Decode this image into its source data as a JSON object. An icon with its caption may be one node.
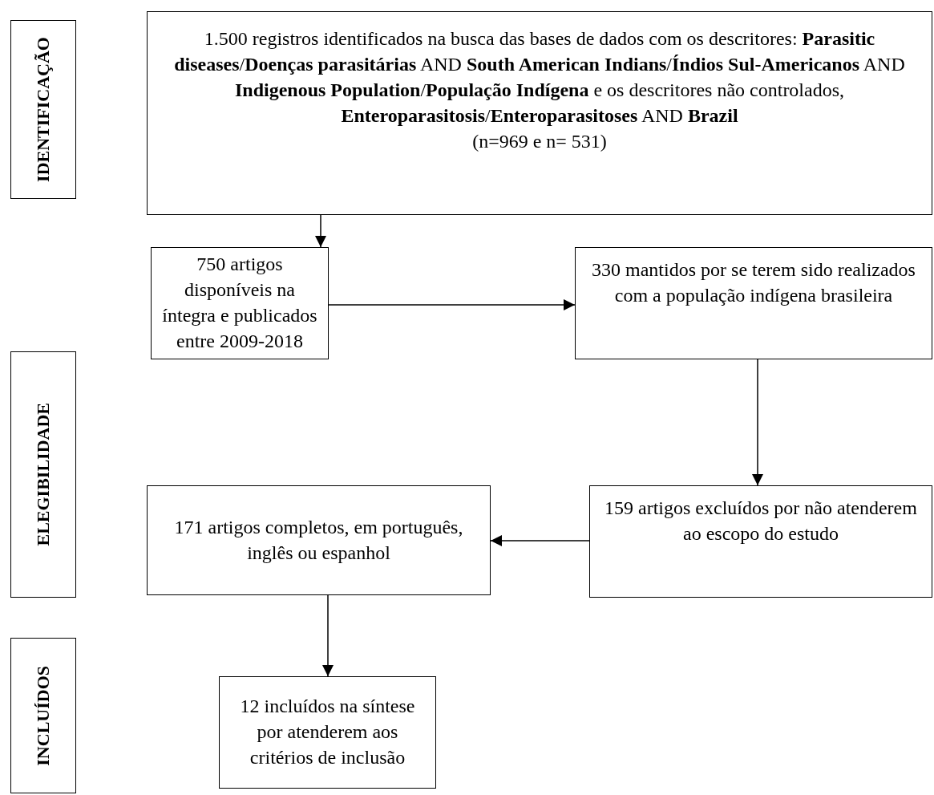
{
  "diagram": {
    "nodes": [
      {
        "text": [
          "IDENTIFICAÇÃO"
        ]
      },
      {
        "text": [
          "1.500 registros identificados na busca das bases de dados com os descritores: **Parasitic diseases**/**Doenças parasitárias** AND **South American Indians**/**Índios Sul-Americanos** AND **Indigenous Population**/**População Indígena** e os descritores não controlados, **Enteroparasitosis**/**Enteroparasitoses** AND **Brazil**",
          "(n=969 e n= 531)"
        ]
      },
      {
        "text": [
          "750 artigos disponíveis na íntegra e publicados entre 2009-2018"
        ]
      },
      {
        "text": [
          "330 mantidos por se terem sido realizados com a população indígena brasileira"
        ]
      },
      {
        "text": [
          "ELEGIBILIDADE"
        ]
      },
      {
        "text": [
          "171 artigos completos, em português, inglês ou espanhol"
        ]
      },
      {
        "text": [
          "159 artigos excluídos por não atenderem ao escopo do estudo"
        ]
      },
      {
        "text": [
          "INCLUÍDOS"
        ]
      },
      {
        "text": [
          "12 incluídos na síntese por atenderem aos critérios de inclusão"
        ]
      }
    ],
    "edges": [
      {
        "from": 1,
        "to": 2,
        "arrow": "to"
      },
      {
        "from": 2,
        "to": 3,
        "arrow": "to"
      },
      {
        "from": 3,
        "to": 6,
        "arrow": "to"
      },
      {
        "from": 6,
        "to": 5,
        "arrow": "to"
      },
      {
        "from": 5,
        "to": 8,
        "arrow": "to"
      }
    ]
  }
}
